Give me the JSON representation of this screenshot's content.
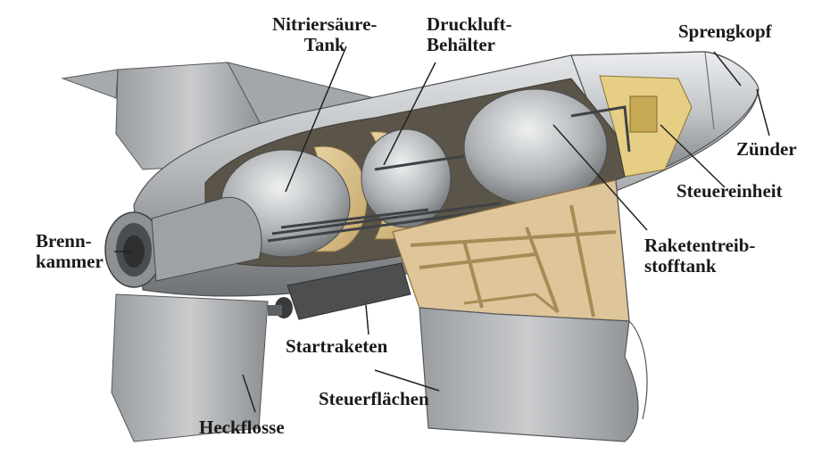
{
  "diagram": {
    "colors": {
      "metal": "#b4b6b8",
      "metal_dark": "#6f7275",
      "wood": "#d8bf8a",
      "wood_dark": "#a88b55",
      "warhead_fill": "#e9d58a",
      "leader": "#222222"
    },
    "labels": {
      "nitric_acid_tank": [
        "Nitriersäure-",
        "Tank"
      ],
      "compressed_air_tank": [
        "Druckluft-",
        "Behälter"
      ],
      "warhead": "Sprengkopf",
      "fuze": "Zünder",
      "control_unit": "Steuereinheit",
      "combustion_chamber": [
        "Brenn-",
        "kammer"
      ],
      "rocket_fuel_tank": [
        "Raketentreib-",
        "stofftank"
      ],
      "booster_rockets": "Startraketen",
      "control_surfaces": "Steuerflächen",
      "tail_fin": "Heckflosse"
    }
  }
}
